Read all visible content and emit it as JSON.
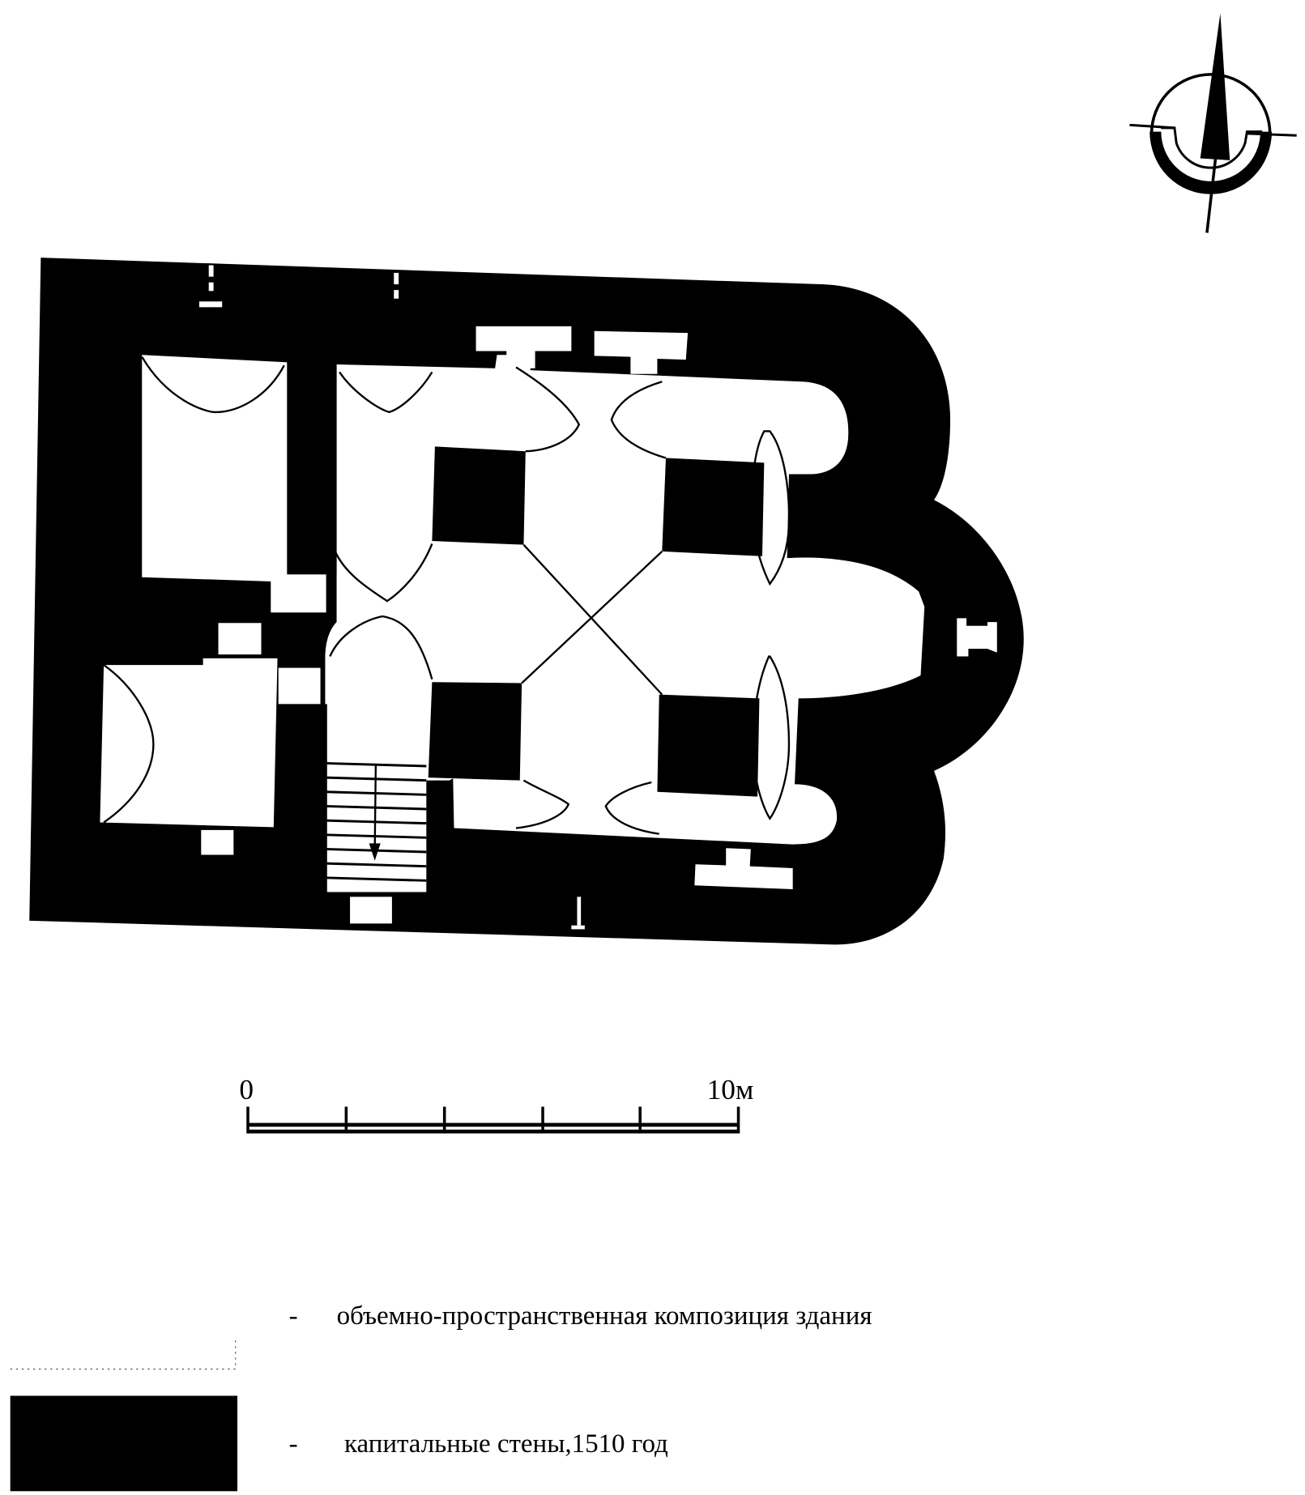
{
  "colors": {
    "wall": "#000000",
    "background": "#ffffff",
    "vault_lines": "#000000"
  },
  "diagram": {
    "type": "architectural-floor-plan",
    "elements": {
      "north_arrow": {
        "icon": "north-arrow-compass-icon"
      },
      "scale_bar": {
        "start_label": "0",
        "end_label": "10м",
        "divisions": 5
      },
      "stair_arrow": {
        "icon": "stair-direction-arrow-icon"
      }
    }
  },
  "legend": {
    "items": [
      {
        "swatch": "white (hatched outline)",
        "dash": "-",
        "label": "объемно-пространственная композиция здания"
      },
      {
        "swatch": "black",
        "dash": "-",
        "label": "капитальные стены,1510 год"
      }
    ]
  }
}
